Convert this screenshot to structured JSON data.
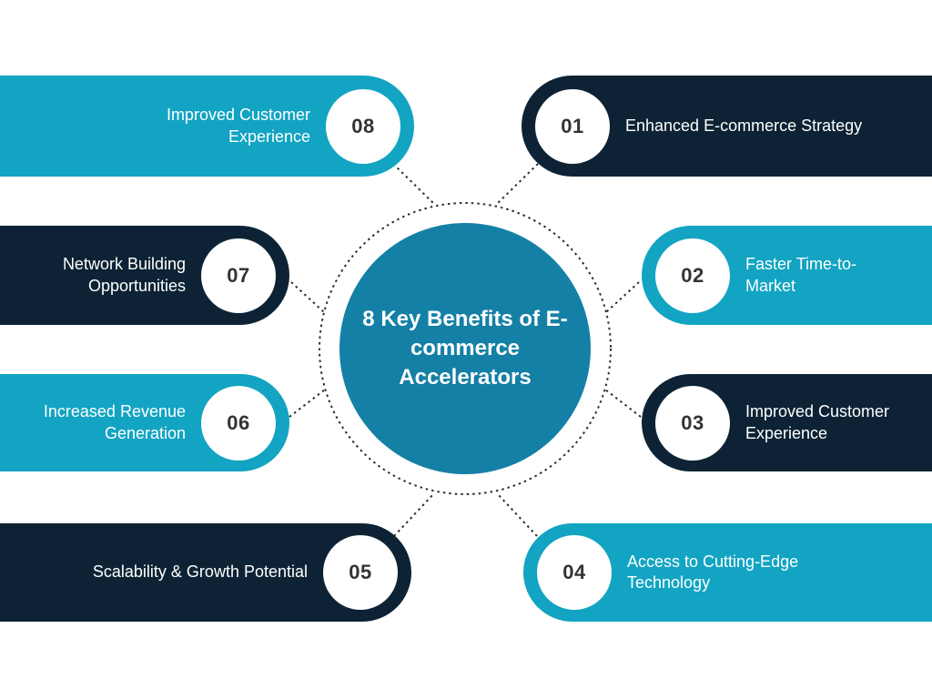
{
  "diagram_type": "radial-benefits-infographic",
  "center": {
    "title": "8 Key Benefits of E-\ncommerce\nAccelerators"
  },
  "items": [
    {
      "number": "01",
      "label": "Enhanced E-commerce Strategy",
      "color": "navy",
      "side": "right"
    },
    {
      "number": "02",
      "label": "Faster Time-to-\nMarket",
      "color": "teal",
      "side": "right"
    },
    {
      "number": "03",
      "label": "Improved Customer\nExperience",
      "color": "navy",
      "side": "right"
    },
    {
      "number": "04",
      "label": "Access to Cutting-Edge\nTechnology",
      "color": "teal",
      "side": "right"
    },
    {
      "number": "05",
      "label": "Scalability & Growth Potential",
      "color": "navy",
      "side": "left"
    },
    {
      "number": "06",
      "label": "Increased Revenue\nGeneration",
      "color": "teal",
      "side": "left"
    },
    {
      "number": "07",
      "label": "Network Building\nOpportunities",
      "color": "navy",
      "side": "left"
    },
    {
      "number": "08",
      "label": "Improved Customer\nExperience",
      "color": "teal",
      "side": "left"
    }
  ],
  "colors": {
    "teal": "#12a4c2",
    "navy": "#0d2335",
    "center": "#1480a6",
    "number": "#333333",
    "text": "#ffffff",
    "connector": "#2e2e2e",
    "background": "#ffffff"
  }
}
